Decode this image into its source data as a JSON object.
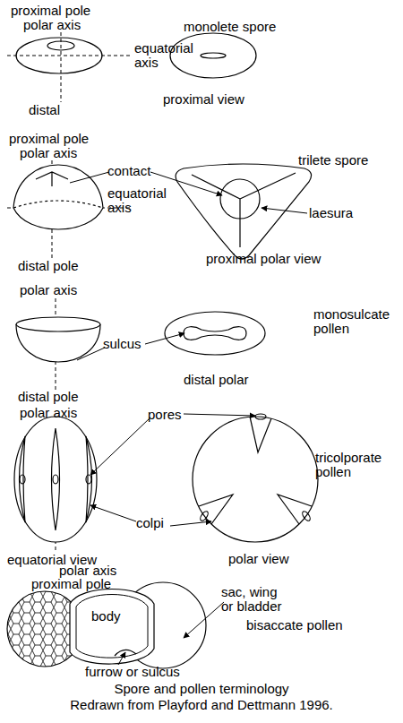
{
  "diagram": {
    "title": "Spore and pollen terminology",
    "caption": "Redrawn from Playford and Dettmann 1996.",
    "nodes": [
      {
        "text": [
          "body"
        ]
      }
    ],
    "labels": [
      "proximal pole",
      "polar axis",
      "equatorial axis",
      "monolete spore",
      "distal",
      "proximal view",
      "proximal pole",
      "polar axis",
      "contact",
      "trilete spore",
      "equatorial axis",
      "laesura",
      "distal pole",
      "proximal polar view",
      "polar axis",
      "monosulcate pollen",
      "sulcus",
      "distal pole",
      "distal polar",
      "polar axis",
      "pores",
      "tricolporate pollen",
      "colpi",
      "equatorial view",
      "polar view",
      "polar axis",
      "proximal pole",
      "sac, wing or bladder",
      "bisaccate pollen",
      "furrow or sulcus"
    ]
  }
}
